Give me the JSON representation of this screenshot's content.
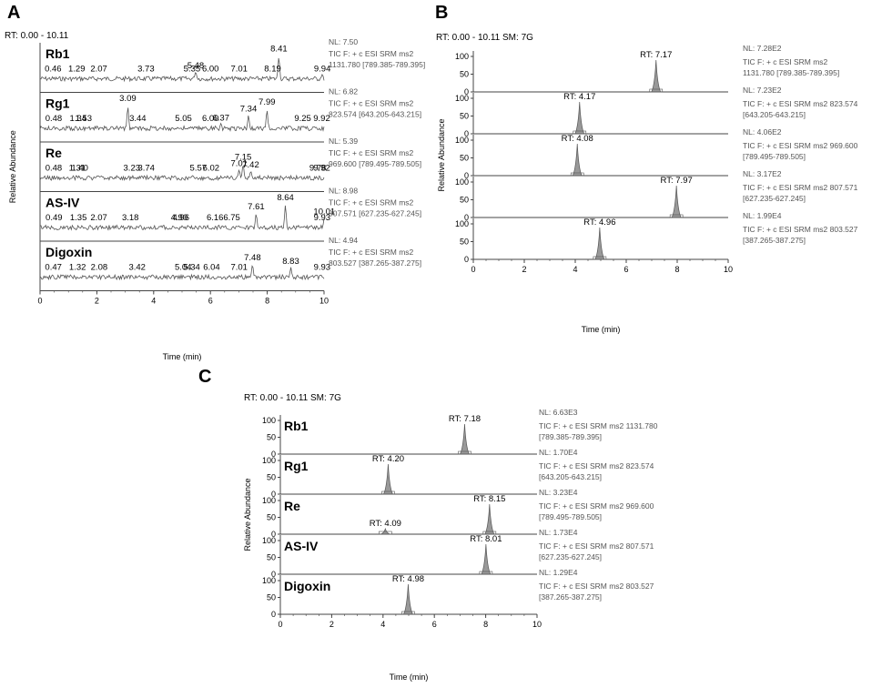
{
  "chart_data": [
    {
      "type": "line",
      "panel": "A",
      "rt_range": "RT: 0.00 - 10.11",
      "xlabel": "Time (min)",
      "ylabel": "Relative Abundance",
      "xlim": [
        0,
        10
      ],
      "xticks": [
        "0",
        "2",
        "4",
        "6",
        "8",
        "10"
      ],
      "traces": [
        {
          "name": "Rb1",
          "nl": "NL: 7.50",
          "tic1": "TIC F: + c ESI SRM ms2",
          "tic2": "1131.780 [789.385-789.395]",
          "labels": [
            [
              "0.46",
              0.46
            ],
            [
              "1.29",
              1.29
            ],
            [
              "2.07",
              2.07
            ],
            [
              "3.73",
              3.73
            ],
            [
              "5.35",
              5.35
            ],
            [
              "5.48",
              5.48
            ],
            [
              "6.00",
              6.0
            ],
            [
              "7.01",
              7.01
            ],
            [
              "8.19",
              8.19
            ],
            [
              "8.41",
              8.41
            ],
            [
              "9.94",
              9.94
            ]
          ],
          "peaks": [
            [
              8.41,
              0.95
            ],
            [
              5.48,
              0.3
            ],
            [
              9.94,
              0.18
            ]
          ]
        },
        {
          "name": "Rg1",
          "nl": "NL: 6.82",
          "tic1": "TIC F: + c ESI SRM ms2",
          "tic2": "823.574 [643.205-643.215]",
          "labels": [
            [
              "0.48",
              0.48
            ],
            [
              "1.34",
              1.34
            ],
            [
              "1.53",
              1.53
            ],
            [
              "3.09",
              3.09
            ],
            [
              "3.44",
              3.44
            ],
            [
              "5.05",
              5.05
            ],
            [
              "6.00",
              6.0
            ],
            [
              "6.37",
              6.37
            ],
            [
              "7.34",
              7.34
            ],
            [
              "7.99",
              7.99
            ],
            [
              "9.25",
              9.25
            ],
            [
              "9.92",
              9.92
            ]
          ],
          "peaks": [
            [
              3.09,
              0.95
            ],
            [
              7.34,
              0.55
            ],
            [
              7.99,
              0.8
            ],
            [
              6.37,
              0.2
            ]
          ]
        },
        {
          "name": "Re",
          "nl": "NL: 5.39",
          "tic1": "TIC F: + c ESI SRM ms2",
          "tic2": "969.600 [789.495-789.505]",
          "labels": [
            [
              "0.48",
              0.48
            ],
            [
              "1.31",
              1.31
            ],
            [
              "1.40",
              1.4
            ],
            [
              "3.23",
              3.23
            ],
            [
              "3.74",
              3.74
            ],
            [
              "5.57",
              5.57
            ],
            [
              "6.02",
              6.02
            ],
            [
              "7.01",
              7.01
            ],
            [
              "7.15",
              7.15
            ],
            [
              "7.42",
              7.42
            ],
            [
              "9.78",
              9.78
            ],
            [
              "9.92",
              9.92
            ]
          ],
          "peaks": [
            [
              7.15,
              0.6
            ],
            [
              7.01,
              0.35
            ],
            [
              7.42,
              0.3
            ]
          ]
        },
        {
          "name": "AS-IV",
          "nl": "NL: 8.98",
          "tic1": "TIC F: + c ESI SRM ms2",
          "tic2": "807.571 [627.235-627.245]",
          "labels": [
            [
              "0.49",
              0.49
            ],
            [
              "1.35",
              1.35
            ],
            [
              "2.07",
              2.07
            ],
            [
              "3.18",
              3.18
            ],
            [
              "4.90",
              4.9
            ],
            [
              "4.96",
              4.96
            ],
            [
              "6.16",
              6.16
            ],
            [
              "6.75",
              6.75
            ],
            [
              "7.61",
              7.61
            ],
            [
              "8.64",
              8.64
            ],
            [
              "9.93",
              9.93
            ],
            [
              "10.01",
              10.01
            ]
          ],
          "peaks": [
            [
              7.61,
              0.6
            ],
            [
              8.64,
              0.95
            ],
            [
              10.01,
              0.4
            ]
          ]
        },
        {
          "name": "Digoxin",
          "nl": "NL: 4.94",
          "tic1": "TIC F: + c ESI SRM ms2",
          "tic2": "803.527 [387.265-387.275]",
          "labels": [
            [
              "0.47",
              0.47
            ],
            [
              "1.32",
              1.32
            ],
            [
              "2.08",
              2.08
            ],
            [
              "3.42",
              3.42
            ],
            [
              "5.04",
              5.04
            ],
            [
              "5.34",
              5.34
            ],
            [
              "6.04",
              6.04
            ],
            [
              "7.01",
              7.01
            ],
            [
              "7.48",
              7.48
            ],
            [
              "8.83",
              8.83
            ],
            [
              "9.93",
              9.93
            ]
          ],
          "peaks": [
            [
              7.48,
              0.55
            ],
            [
              8.83,
              0.4
            ]
          ]
        }
      ]
    },
    {
      "type": "line",
      "panel": "B",
      "rt_range": "RT: 0.00 - 10.11   SM: 7G",
      "xlabel": "Time (min)",
      "ylabel": "Relative Abundance",
      "xlim": [
        0,
        10
      ],
      "ylim": [
        0,
        100
      ],
      "xticks": [
        "0",
        "2",
        "4",
        "6",
        "8",
        "10"
      ],
      "yticks": [
        "0",
        "50",
        "100"
      ],
      "traces": [
        {
          "nl": "NL: 7.28E2",
          "tic1": "TIC F: + c ESI SRM ms2",
          "tic2": "1131.780 [789.385-789.395]",
          "rt": "RT: 7.17",
          "peak": 7.17
        },
        {
          "nl": "NL: 7.23E2",
          "tic1": "TIC F: + c ESI SRM ms2 823.574",
          "tic2": "[643.205-643.215]",
          "rt": "RT: 4.17",
          "peak": 4.17
        },
        {
          "nl": "NL: 4.06E2",
          "tic1": "TIC F: + c ESI SRM ms2 969.600",
          "tic2": "[789.495-789.505]",
          "rt": "RT: 4.08",
          "peak": 4.08
        },
        {
          "nl": "NL: 3.17E2",
          "tic1": "TIC F: + c ESI SRM ms2 807.571",
          "tic2": "[627.235-627.245]",
          "rt": "RT: 7.97",
          "peak": 7.97
        },
        {
          "nl": "NL: 1.99E4",
          "tic1": "TIC F: + c ESI SRM ms2 803.527",
          "tic2": "[387.265-387.275]",
          "rt": "RT: 4.96",
          "peak": 4.96
        }
      ]
    },
    {
      "type": "line",
      "panel": "C",
      "rt_range": "RT: 0.00 - 10.11   SM: 7G",
      "xlabel": "Time (min)",
      "ylabel": "Relative Abundance",
      "xlim": [
        0,
        10
      ],
      "ylim": [
        0,
        100
      ],
      "xticks": [
        "0",
        "2",
        "4",
        "6",
        "8",
        "10"
      ],
      "yticks": [
        "0",
        "50",
        "100"
      ],
      "traces": [
        {
          "name": "Rb1",
          "nl": "NL: 6.63E3",
          "tic1": "TIC F: + c ESI SRM ms2 1131.780",
          "tic2": "[789.385-789.395]",
          "peaks": [
            {
              "rt": "RT: 7.18",
              "x": 7.18,
              "h": 1.0
            }
          ]
        },
        {
          "name": "Rg1",
          "nl": "NL: 1.70E4",
          "tic1": "TIC F: + c ESI SRM ms2 823.574",
          "tic2": "[643.205-643.215]",
          "peaks": [
            {
              "rt": "RT: 4.20",
              "x": 4.2,
              "h": 1.0
            }
          ]
        },
        {
          "name": "Re",
          "nl": "NL: 3.23E4",
          "tic1": "TIC F: + c ESI SRM ms2 969.600",
          "tic2": "[789.495-789.505]",
          "peaks": [
            {
              "rt": "RT: 4.09",
              "x": 4.09,
              "h": 0.18
            },
            {
              "rt": "RT: 8.15",
              "x": 8.15,
              "h": 1.0
            }
          ]
        },
        {
          "name": "AS-IV",
          "nl": "NL: 1.73E4",
          "tic1": "TIC F: + c ESI SRM ms2 807.571",
          "tic2": "[627.235-627.245]",
          "peaks": [
            {
              "rt": "RT: 8.01",
              "x": 8.01,
              "h": 1.0
            }
          ]
        },
        {
          "name": "Digoxin",
          "nl": "NL: 1.29E4",
          "tic1": "TIC F: + c ESI SRM ms2 803.527",
          "tic2": "[387.265-387.275]",
          "peaks": [
            {
              "rt": "RT: 4.98",
              "x": 4.98,
              "h": 1.0
            }
          ]
        }
      ]
    }
  ]
}
